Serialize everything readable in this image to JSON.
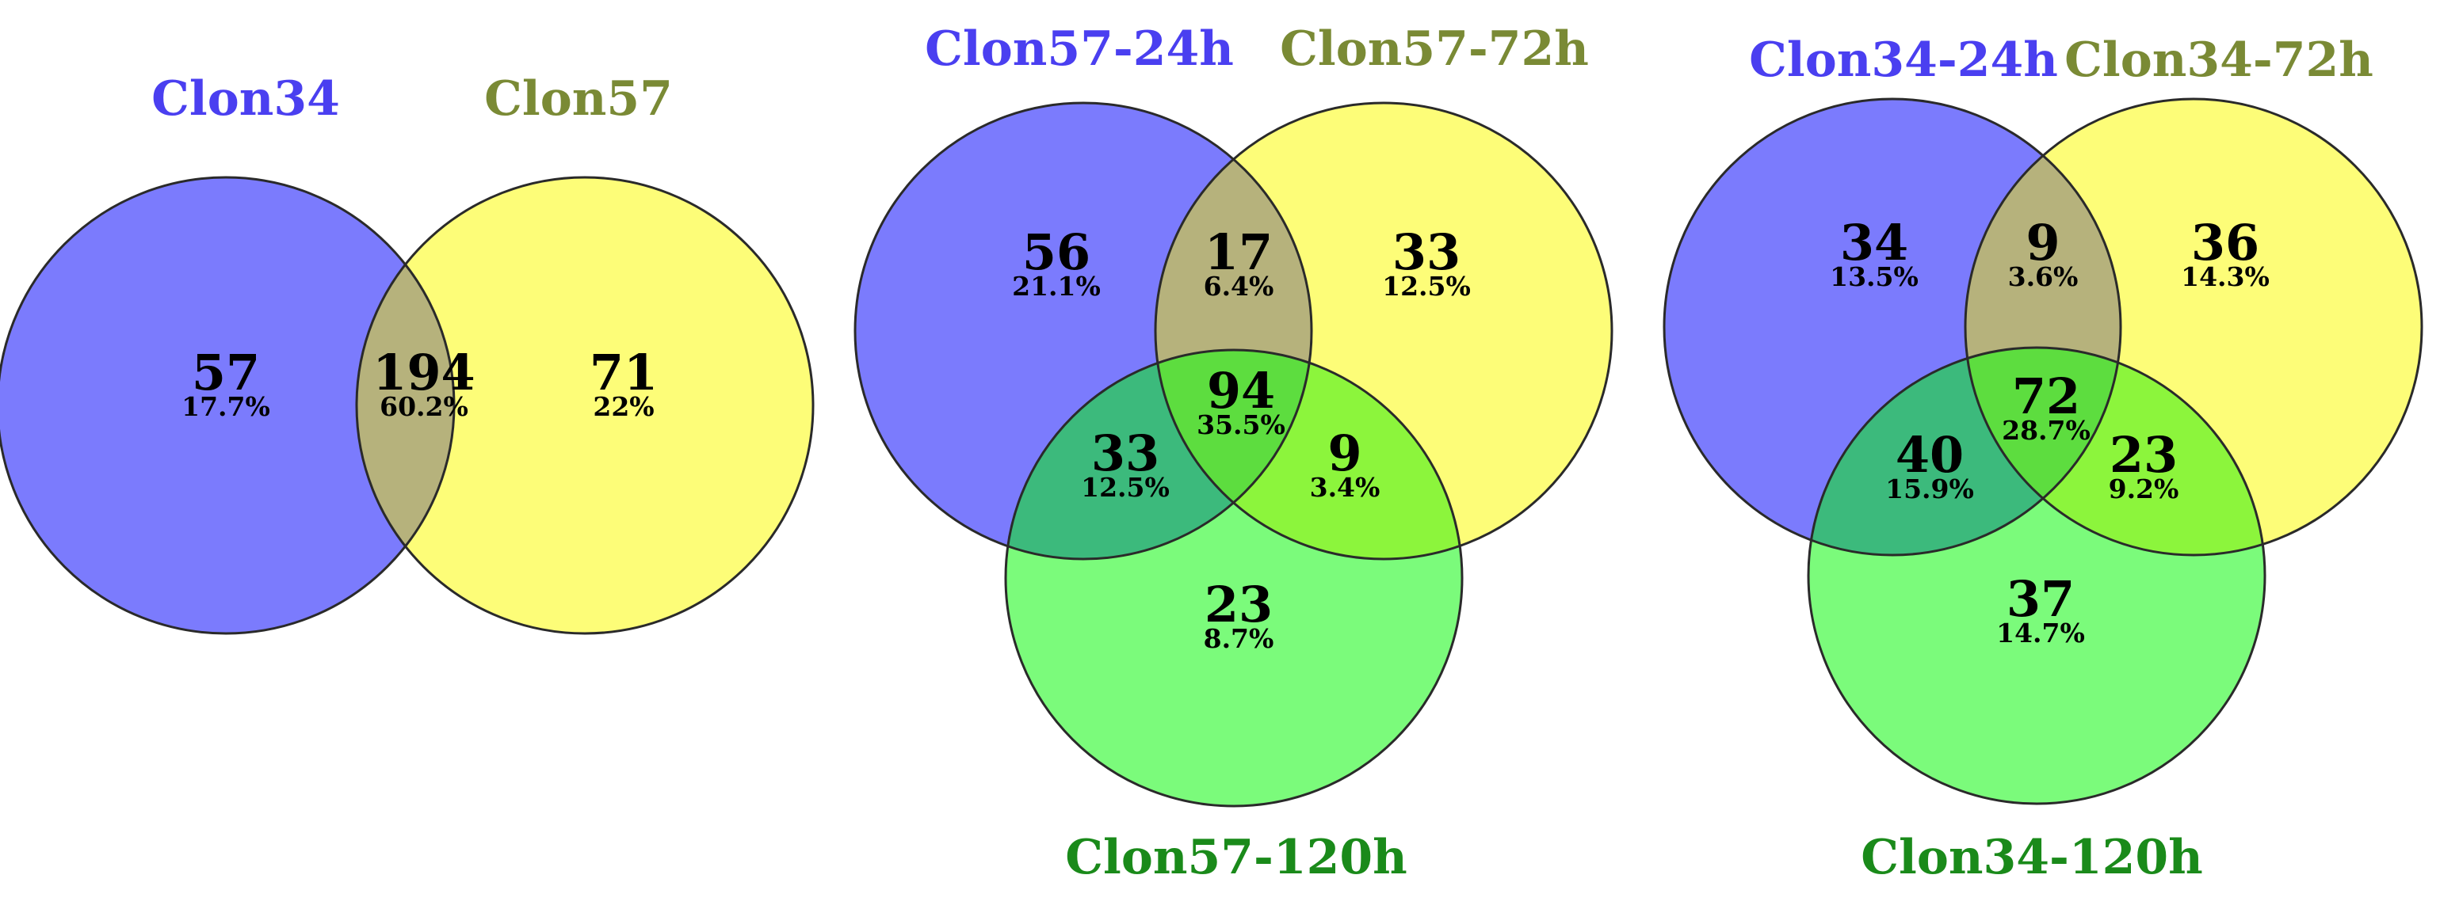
{
  "colors": {
    "blue_set": "#7b7bfd",
    "yellow_set": "#fdfd78",
    "green_set": "#7bfb7b",
    "blue_yellow_overlap": "#b6b27c",
    "blue_green_overlap": "#3cba7c",
    "yellow_green_overlap": "#8cf53c",
    "center_overlap": "#5ddd3f",
    "blue_label": "#4a3ff0",
    "olive_label": "#7a8a35",
    "green_label": "#1a8a1a",
    "outline": "#2a2a2a"
  },
  "diagrams": [
    {
      "sets": [
        "Clon34",
        "Clon57"
      ],
      "regions": {
        "a_only": {
          "count": "57",
          "pct": "17.7%"
        },
        "ab": {
          "count": "194",
          "pct": "60.2%"
        },
        "b_only": {
          "count": "71",
          "pct": "22%"
        }
      }
    },
    {
      "sets": [
        "Clon57-24h",
        "Clon57-72h",
        "Clon57-120h"
      ],
      "regions": {
        "a_only": {
          "count": "56",
          "pct": "21.1%"
        },
        "ab": {
          "count": "17",
          "pct": "6.4%"
        },
        "b_only": {
          "count": "33",
          "pct": "12.5%"
        },
        "abc": {
          "count": "94",
          "pct": "35.5%"
        },
        "ac": {
          "count": "33",
          "pct": "12.5%"
        },
        "bc": {
          "count": "9",
          "pct": "3.4%"
        },
        "c_only": {
          "count": "23",
          "pct": "8.7%"
        }
      }
    },
    {
      "sets": [
        "Clon34-24h",
        "Clon34-72h",
        "Clon34-120h"
      ],
      "regions": {
        "a_only": {
          "count": "34",
          "pct": "13.5%"
        },
        "ab": {
          "count": "9",
          "pct": "3.6%"
        },
        "b_only": {
          "count": "36",
          "pct": "14.3%"
        },
        "abc": {
          "count": "72",
          "pct": "28.7%"
        },
        "ac": {
          "count": "40",
          "pct": "15.9%"
        },
        "bc": {
          "count": "23",
          "pct": "9.2%"
        },
        "c_only": {
          "count": "37",
          "pct": "14.7%"
        }
      }
    }
  ]
}
